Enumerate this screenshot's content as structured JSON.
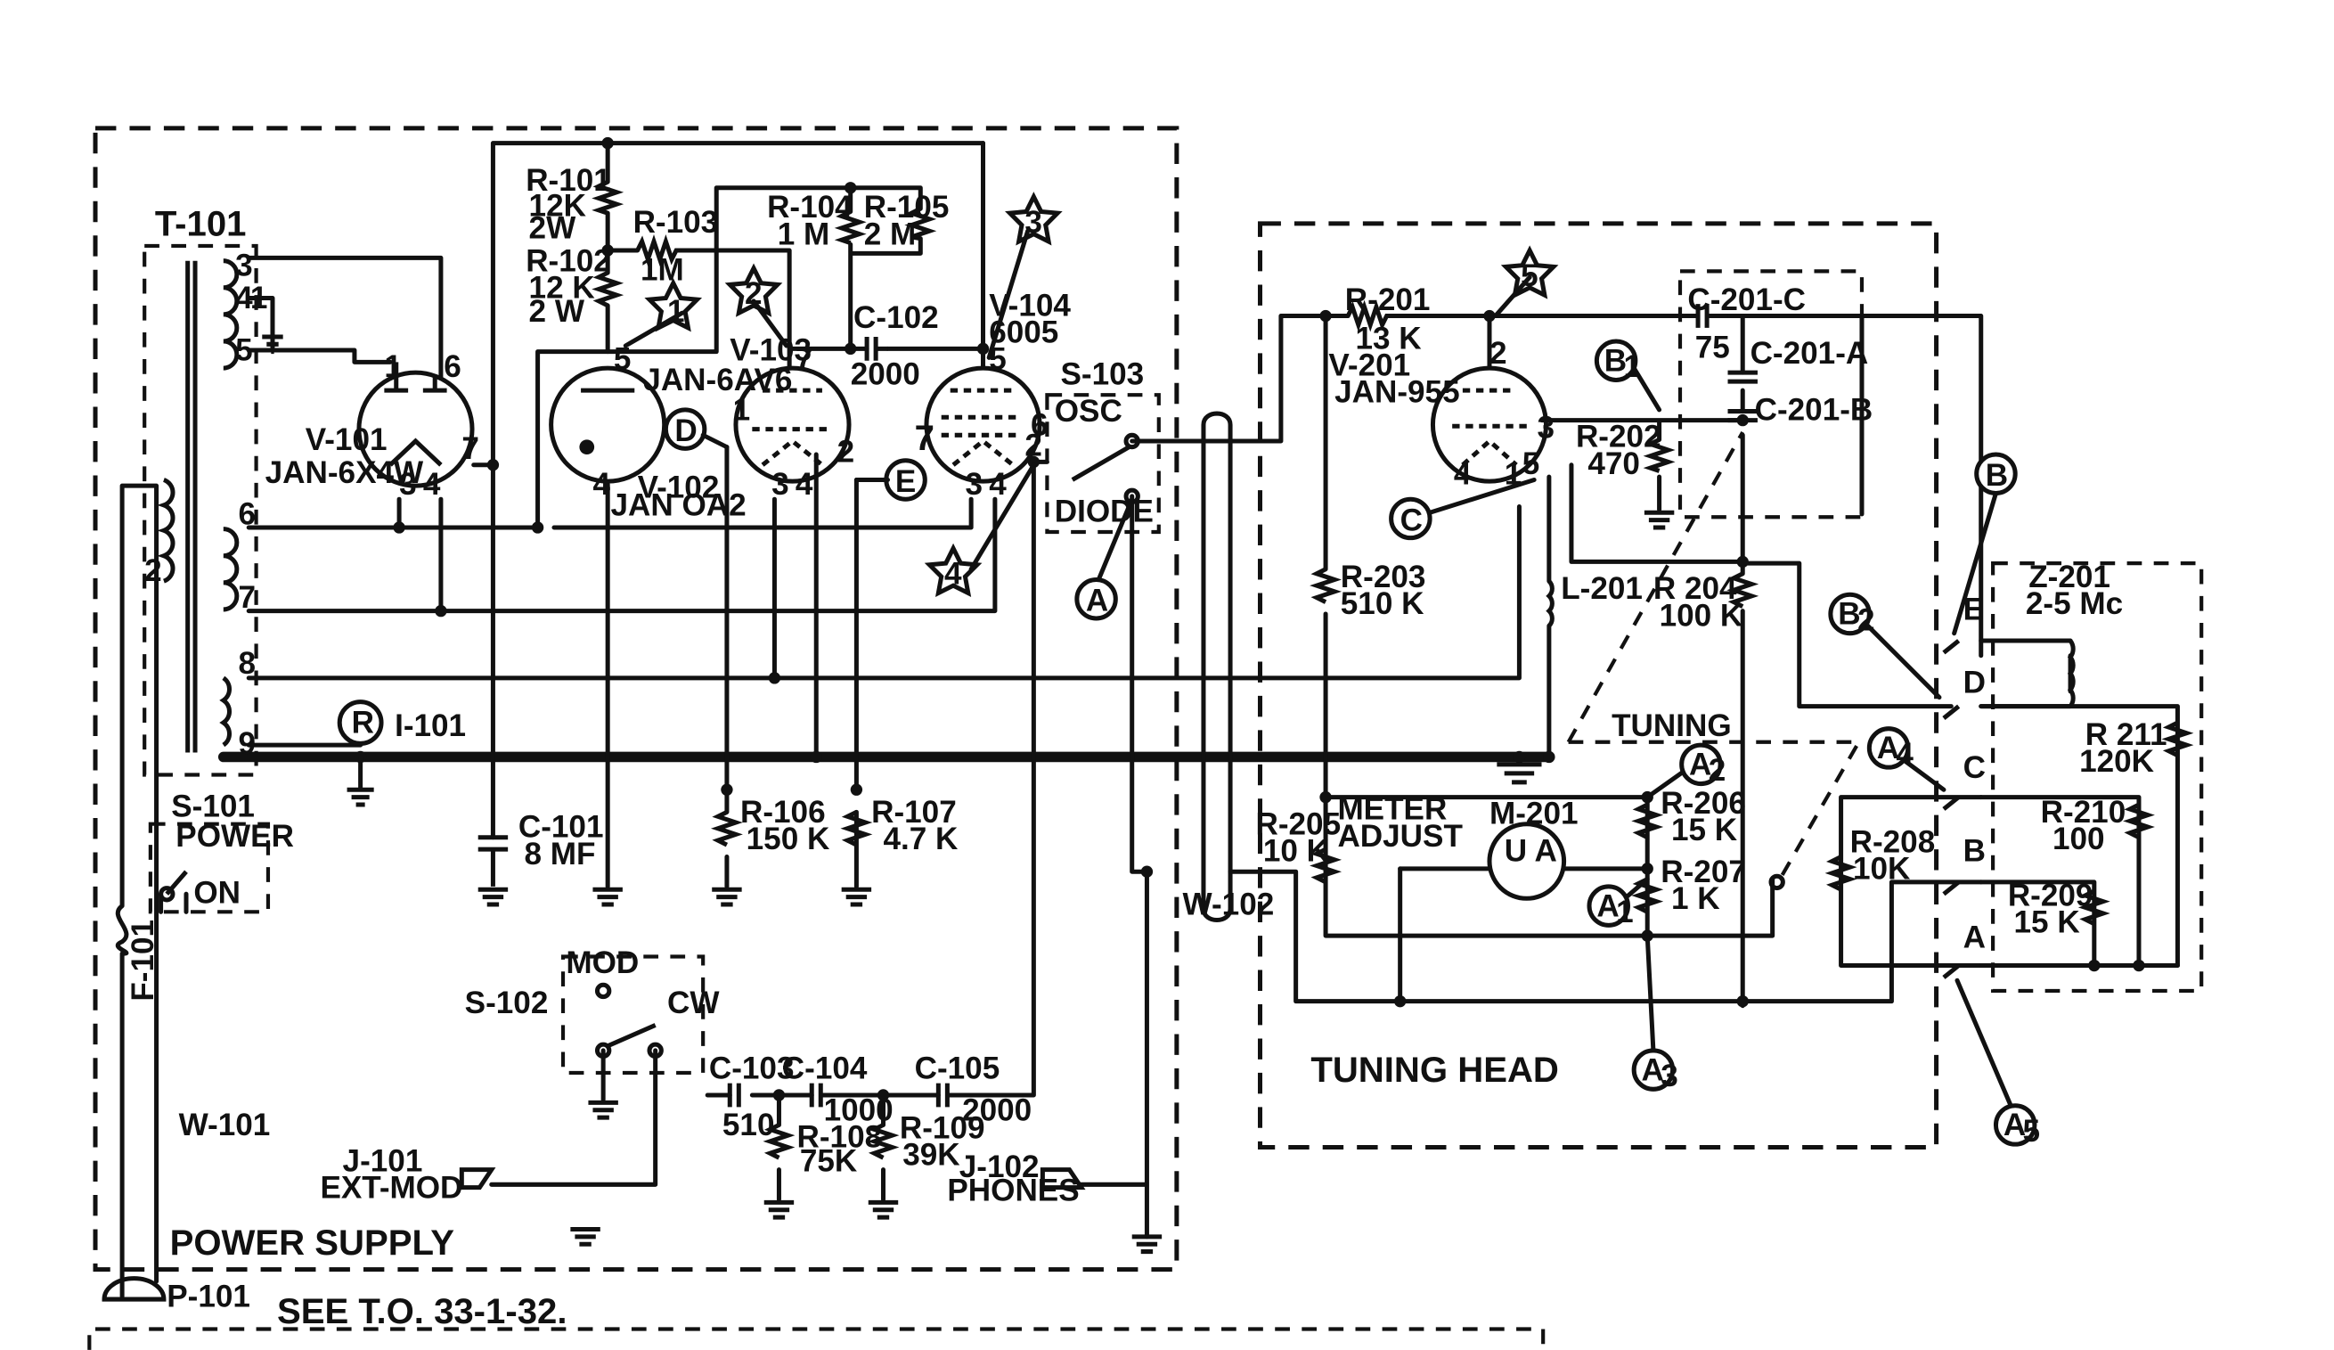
{
  "labels": {
    "t101": "T-101",
    "v101": "V-101",
    "v101_type": "JAN-6X4W",
    "r101": "R-101",
    "r101_val": "12K",
    "r101_pwr": "2W",
    "r102": "R-102",
    "r102_val": "12 K",
    "r102_pwr": "2 W",
    "r103": "R-103",
    "r103_val": "1M",
    "r104": "R-104",
    "r104_val": "1 M",
    "r105": "R-105",
    "r105_val": "2 M",
    "c102": "C-102",
    "c102_val": "2000",
    "v102": "V-102",
    "v102_type": "JAN OA2",
    "v103": "V-103",
    "v103_type": "JAN-6AV6",
    "v104": "V-104",
    "v104_type": "6005",
    "s103": "S-103",
    "osc": "OSC",
    "diode": "DIODE",
    "r201": "R-201",
    "r201_val": "13 K",
    "v201": "V-201",
    "v201_type": "JAN-955",
    "c201c": "C-201-C",
    "c201c_val": "75",
    "c201a": "C-201-A",
    "c201b": "C-201-B",
    "r202": "R-202",
    "r202_val": "470",
    "r203": "R-203",
    "r203_val": "510 K",
    "l201": "L-201",
    "r204": "R 204",
    "r204_val": "100 K",
    "z201": "Z-201",
    "z201_val": "2-5 Mc",
    "r211": "R 211",
    "r211_val": "120K",
    "r210": "R-210",
    "r210_val": "100",
    "r209": "R-209",
    "r209_val": "15 K",
    "r208": "R-208",
    "r208_val": "10K",
    "r205": "R-205",
    "r205_val": "10 K",
    "meter_adjust_1": "METER",
    "meter_adjust_2": "ADJUST",
    "m201": "M-201",
    "ua": "U A",
    "r206": "R-206",
    "r206_val": "15 K",
    "r207": "R-207",
    "r207_val": "1 K",
    "tuning": "TUNING",
    "tuning_head": "TUNING HEAD",
    "i101": "I-101",
    "i101_r": "R",
    "s101": "S-101",
    "s101_power": "POWER",
    "s101_on": "ON",
    "c101": "C-101",
    "c101_val": "8 MF",
    "r106": "R-106",
    "r106_val": "150 K",
    "r107": "R-107",
    "r107_val": "4.7 K",
    "w102": "W-102",
    "f101": "F-101",
    "s102": "S-102",
    "mod": "MOD",
    "cw": "CW",
    "c103": "C-103",
    "c103_val": "510",
    "c104": "C-104",
    "c104_val": "1000",
    "c105": "C-105",
    "c105_val": "2000",
    "r108": "R-108",
    "r108_val": "75K",
    "r109": "R-109",
    "r109_val": "39K",
    "w101": "W-101",
    "j101": "J-101",
    "ext_mod": "EXT-MOD",
    "j102": "J-102",
    "phones": "PHONES",
    "power_supply": "POWER SUPPLY",
    "p101": "P-101",
    "see_to": "SEE T.O. 33-1-32.",
    "sw_e": "E",
    "sw_d": "D",
    "sw_c": "C",
    "sw_b": "B",
    "sw_a": "A"
  },
  "pins": {
    "t3": "3",
    "t4": "4",
    "t1": "1",
    "t5": "5",
    "t6": "6",
    "t7": "7",
    "t2": "2",
    "t8": "8",
    "t9": "9",
    "v101_1": "1",
    "v101_6": "6",
    "v101_3": "3",
    "v101_4": "4",
    "v101_7": "7",
    "v102_5": "5",
    "v102_4": "4",
    "v103_1": "1",
    "v103_7": "7",
    "v103_3": "3",
    "v103_4": "4",
    "v103_2": "2",
    "v104_5": "5",
    "v104_7": "7",
    "v104_6": "6",
    "v104_3": "3",
    "v104_4": "4",
    "v104_2": "2",
    "v201_2": "2",
    "v201_3": "3",
    "v201_4": "4",
    "v201_1": "1",
    "v201_5": "5"
  },
  "markers": {
    "star1": "1",
    "star2": "2",
    "star3": "3",
    "star4": "4",
    "star5": "5",
    "A": "A",
    "B": "B",
    "C": "C",
    "D": "D",
    "E": "E",
    "B1_main": "B",
    "B1_sub": "1",
    "B2_main": "B",
    "B2_sub": "2",
    "A1_main": "A",
    "A1_sub": "1",
    "A2_main": "A",
    "A2_sub": "2",
    "A3_main": "A",
    "A3_sub": "3",
    "A4_main": "A",
    "A4_sub": "4",
    "A5_main": "A",
    "A5_sub": "5"
  }
}
